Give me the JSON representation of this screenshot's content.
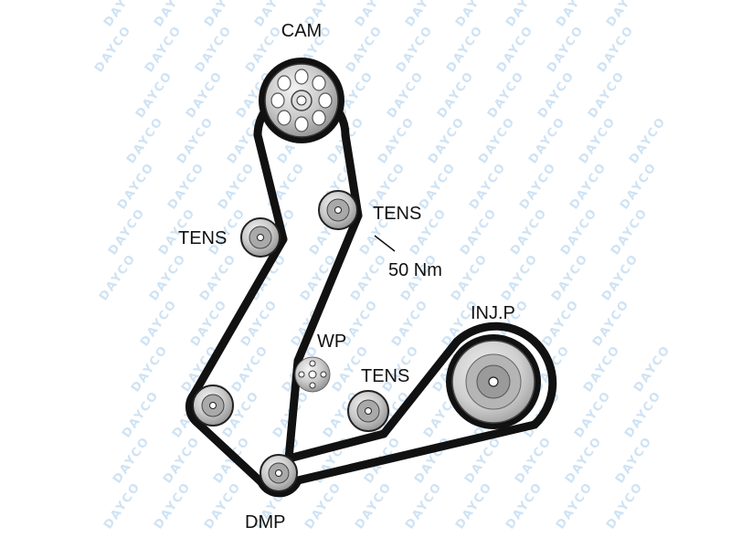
{
  "watermark": {
    "text": "DAYCO",
    "color": "#cfe3f4"
  },
  "colors": {
    "belt": "#111111",
    "pulley_outer": "#c4c4c4",
    "pulley_mid": "#8e8e8e",
    "pulley_hub": "#555555"
  },
  "labels": {
    "cam": "CAM",
    "tens_left": "TENS",
    "tens_upper_right": "TENS",
    "torque": "50 Nm",
    "wp": "WP",
    "tens_lower": "TENS",
    "inj_p": "INJ.P",
    "dmp": "DMP"
  }
}
